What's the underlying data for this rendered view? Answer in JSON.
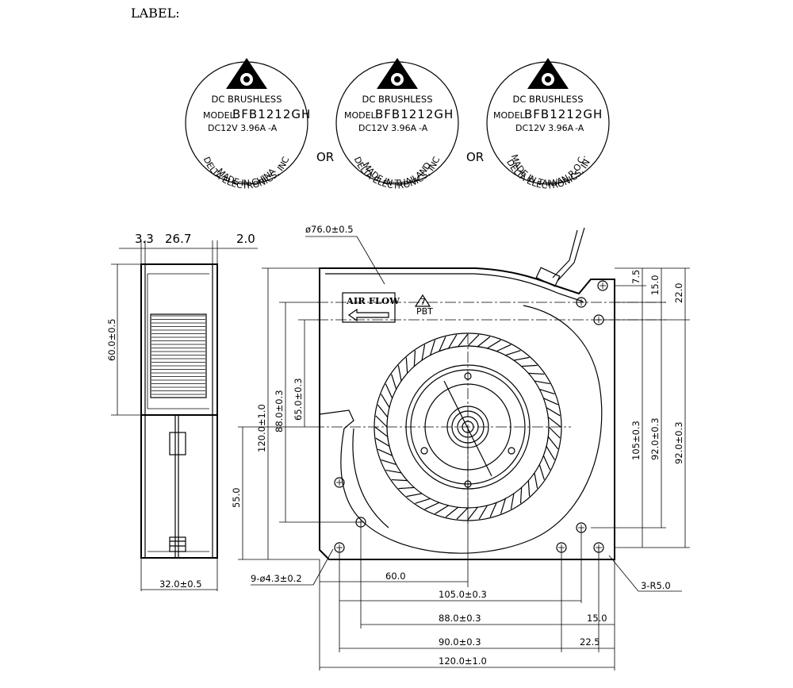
{
  "header": {
    "label_title": "LABEL:"
  },
  "labels": [
    {
      "type_line": "DC BRUSHLESS",
      "model_prefix": "MODEL",
      "model": "BFB1212GH",
      "rating": "DC12V  3.96A",
      "suffix": "-A",
      "maker": "DELTA ELECTRONICS, INC",
      "origin": "MADE IN CHINA"
    },
    {
      "type_line": "DC BRUSHLESS",
      "model_prefix": "MODEL",
      "model": "BFB1212GH",
      "rating": "DC12V  3.96A",
      "suffix": "-A",
      "maker": "DELTA ELECTRONICS, INC",
      "origin": "MADE IN THAILAND"
    },
    {
      "type_line": "DC BRUSHLESS",
      "model_prefix": "MODEL",
      "model": "BFB1212GH",
      "rating": "DC12V  3.96A",
      "suffix": "-A",
      "maker": "DELTA ELECTRONICS, IN",
      "origin": "MADE IN TAIWAN R.O.C."
    }
  ],
  "or_text": "OR",
  "front": {
    "air_flow": "AIR FLOW",
    "pbt_badge": {
      "number": "7",
      "text": "PBT"
    }
  },
  "dimensions": {
    "diameter": "ø76.0±0.5",
    "side_top_a": "3.3",
    "side_top_b": "26.7",
    "side_top_c": "2.0",
    "side_height": "60.0±0.5",
    "side_bottom": "32.0±0.5",
    "total_height": "120.0±1.0",
    "h_88": "88.0±0.3",
    "h_65": "65.0±0.3",
    "h_55": "55.0",
    "holes": "9-ø4.3±0.2",
    "w_60": "60.0",
    "w_105": "105.0±0.3",
    "w_88": "88.0±0.3",
    "w_15": "15.0",
    "w_90": "90.0±0.3",
    "w_22_5": "22.5",
    "total_width": "120.0±1.0",
    "r_7_5": "7.5",
    "r_15": "15.0",
    "r_22": "22.0",
    "r_105": "105±0.3",
    "r_92a": "92.0±0.3",
    "r_92b": "92.0±0.3",
    "radius": "3-R5.0"
  }
}
